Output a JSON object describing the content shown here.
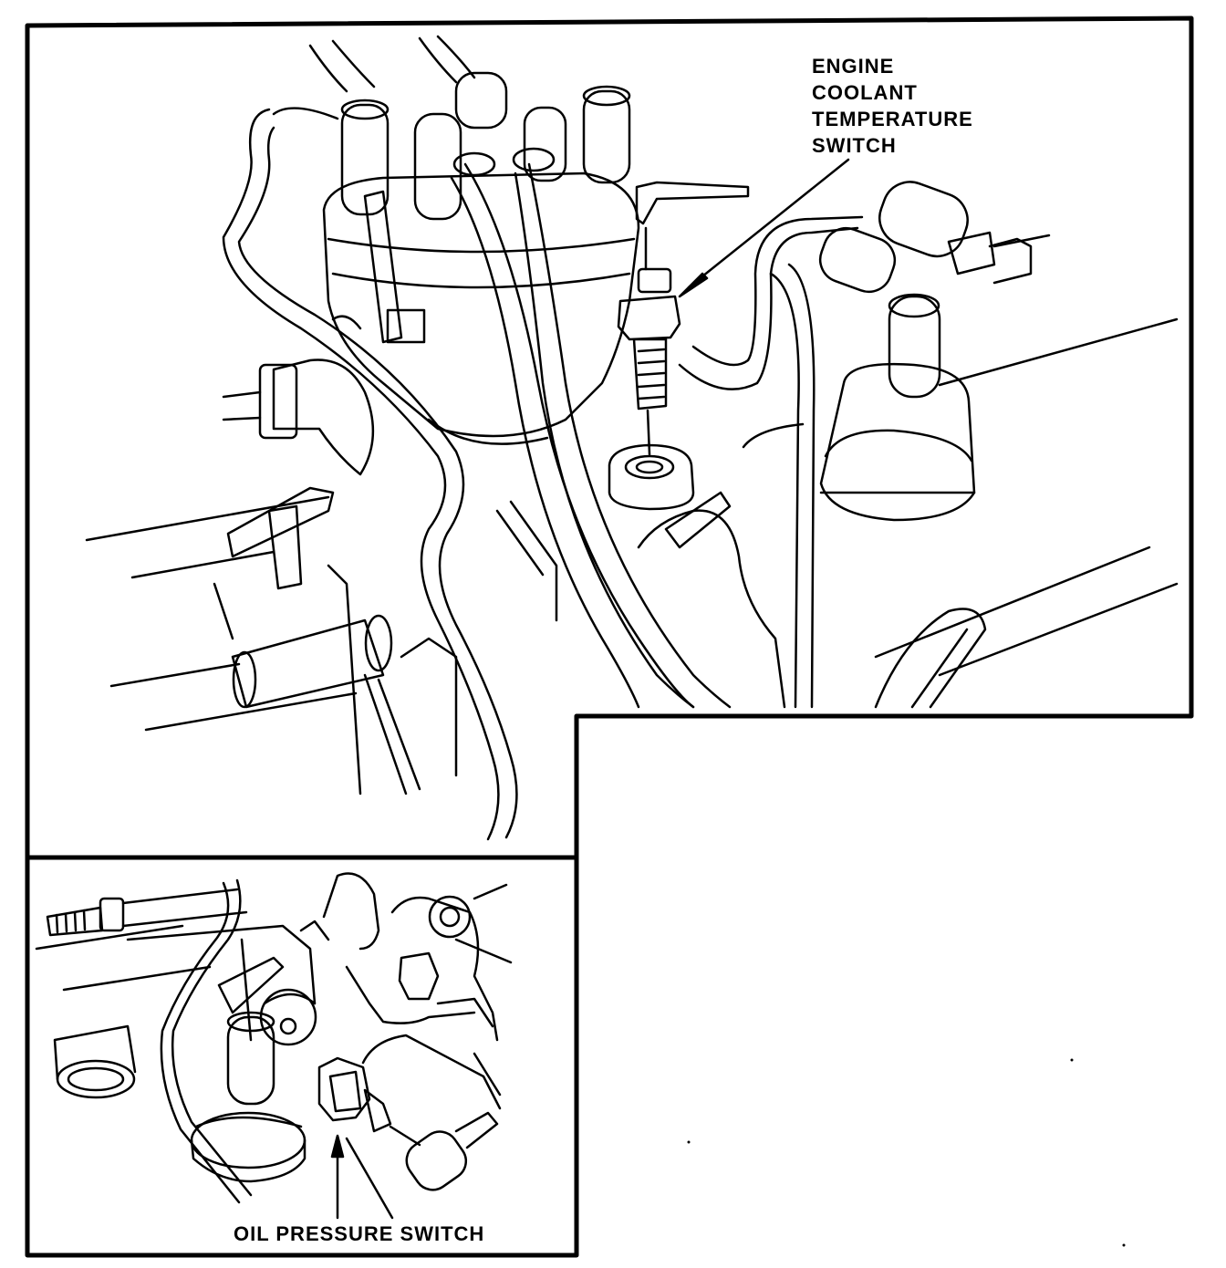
{
  "labels": {
    "engine_coolant_temperature_switch": [
      "ENGINE",
      "COOLANT",
      "TEMPERATURE",
      "SWITCH"
    ],
    "oil_pressure_switch": "OIL PRESSURE SWITCH"
  },
  "colors": {
    "line": "#000000",
    "background": "#ffffff"
  }
}
